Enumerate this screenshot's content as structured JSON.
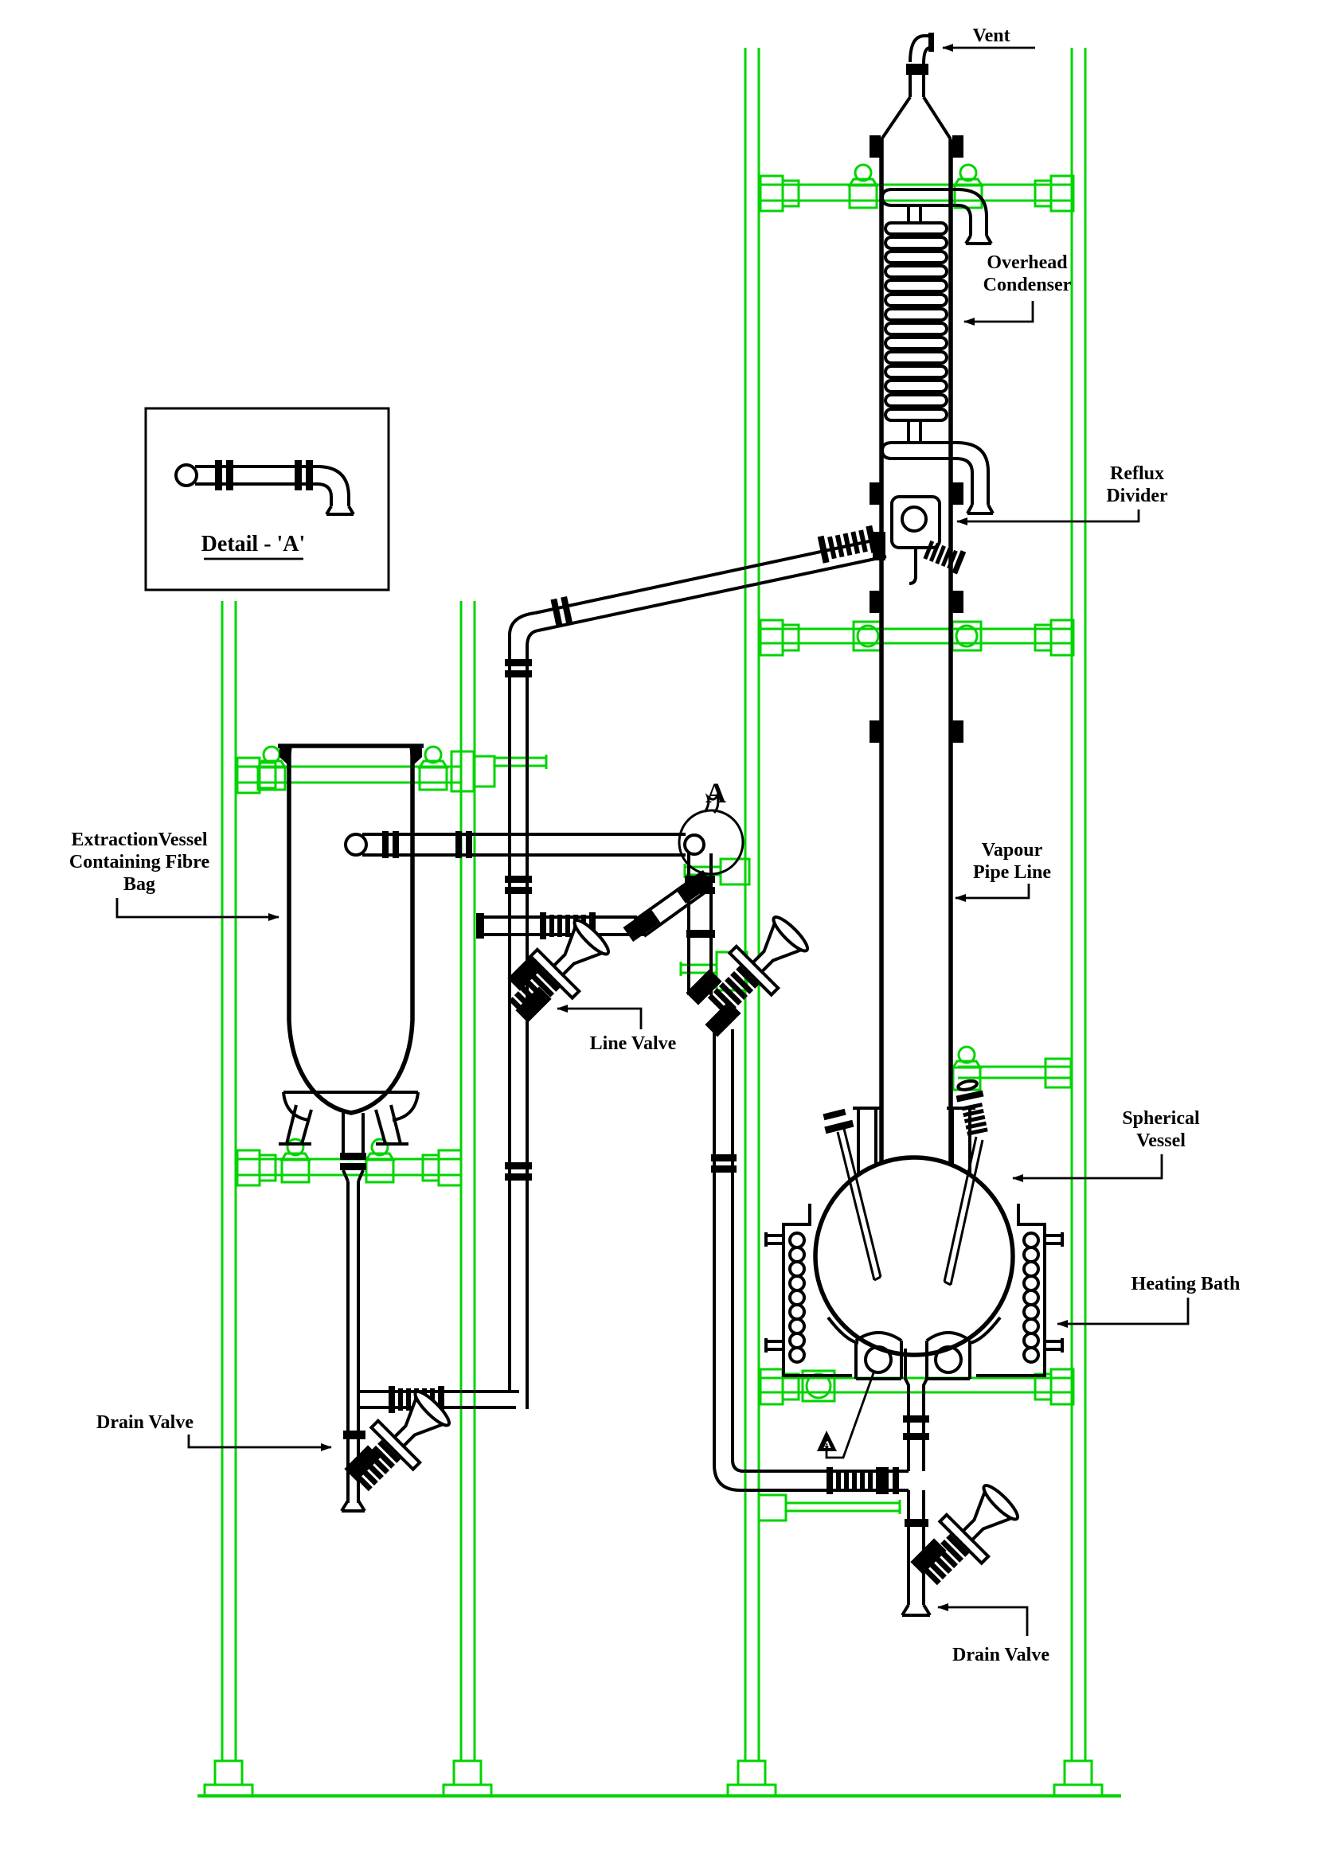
{
  "colors": {
    "scaffold_green": "#00d400",
    "line_black": "#000000",
    "paper_white": "#ffffff"
  },
  "annotations": {
    "vent": {
      "label": "Vent"
    },
    "overhead_condenser": {
      "line1": "Overhead",
      "line2": "Condenser"
    },
    "reflux_divider": {
      "line1": "Reflux",
      "line2": "Divider"
    },
    "detail_a_box": {
      "caption": "Detail - 'A'"
    },
    "extraction_vessel": {
      "line1": "ExtractionVessel",
      "line2": "Containing Fibre",
      "line3": "Bag"
    },
    "line_valve": {
      "label": "Line Valve"
    },
    "vapour_pipe_line": {
      "line1": "Vapour",
      "line2": "Pipe Line"
    },
    "spherical_vessel": {
      "line1": "Spherical",
      "line2": "Vessel"
    },
    "heating_bath": {
      "label": "Heating Bath"
    },
    "drain_valve_extraction": {
      "label": "Drain Valve"
    },
    "drain_valve_sphere": {
      "label": "Drain Valve"
    },
    "detail_ref_point": {
      "label": "A"
    },
    "detail_ref_triangle": {
      "label": "A"
    }
  }
}
